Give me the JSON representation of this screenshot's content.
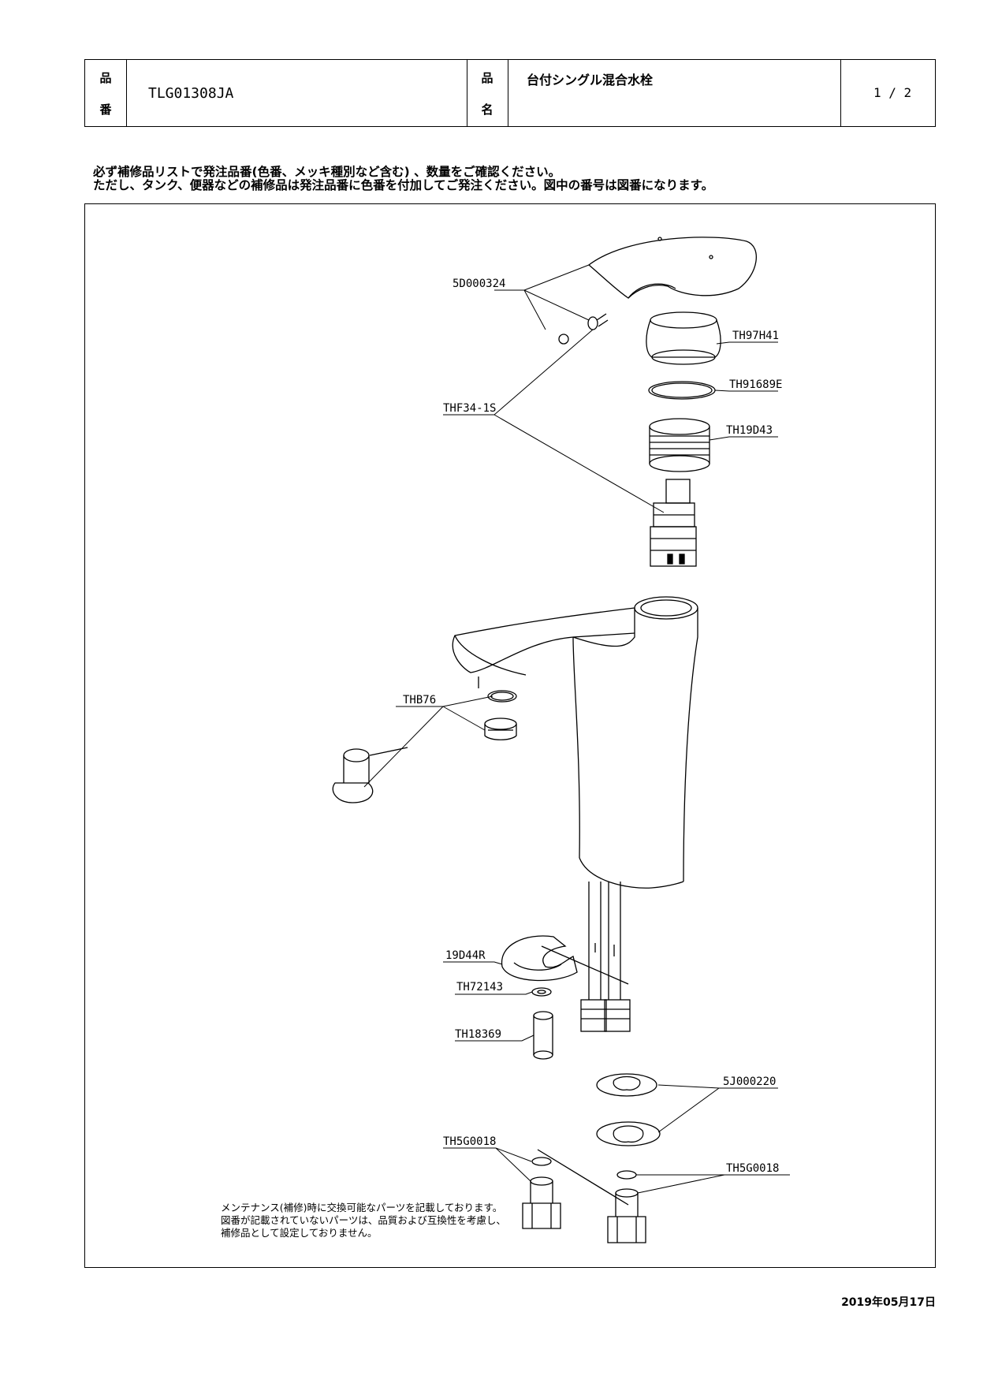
{
  "header": {
    "part_no_label_1": "品",
    "part_no_label_2": "番",
    "part_no": "TLG01308JA",
    "name_label_1": "品",
    "name_label_2": "名",
    "product_name": "台付シングル混合水栓",
    "page": "1 / 2"
  },
  "instructions": {
    "line1": "必ず補修品リストで発注品番(色番、メッキ種別など含む) 、数量をご確認ください。",
    "line2": "ただし、タンク、便器などの補修品は発注品番に色番を付加してご発注ください。図中の番号は図番になります。"
  },
  "parts": {
    "p1": "5D000324",
    "p2": "TH97H41",
    "p3": "TH91689E",
    "p4": "THF34-1S",
    "p5": "TH19D43",
    "p6": "THB76",
    "p7": "19D44R",
    "p8": "TH72143",
    "p9": "TH18369",
    "p10": "5J000220",
    "p11": "TH5G0018",
    "p12": "TH5G0018"
  },
  "note": {
    "line1": "メンテナンス(補修)時に交換可能なパーツを記載しております。",
    "line2": "図番が記載されていないパーツは、品質および互換性を考慮し、",
    "line3": "補修品として設定しておりません。"
  },
  "date": "2019年05月17日"
}
